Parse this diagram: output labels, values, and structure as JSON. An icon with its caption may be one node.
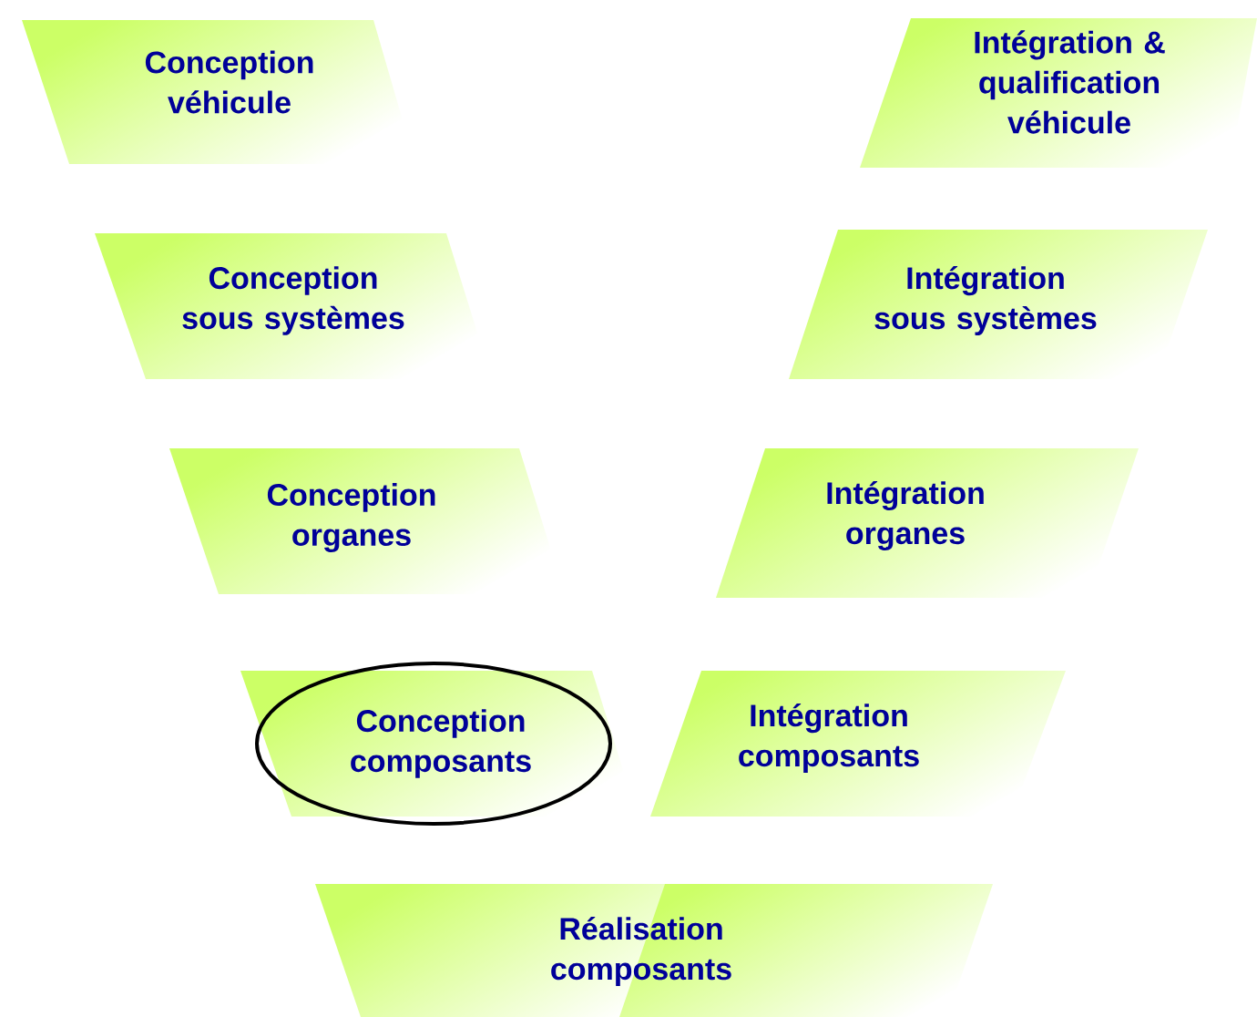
{
  "diagram": {
    "nodes": [
      {
        "text": [
          "Conception véhicule"
        ]
      },
      {
        "text": [
          "Intégration & qualification véhicule"
        ]
      },
      {
        "text": [
          "Conception sous systèmes"
        ]
      },
      {
        "text": [
          "Intégration sous systèmes"
        ]
      },
      {
        "text": [
          "Conception organes"
        ]
      },
      {
        "text": [
          "Intégration organes"
        ]
      },
      {
        "text": [
          "Conception composants"
        ]
      },
      {
        "text": [
          "Intégration composants"
        ]
      },
      {
        "text": [
          "Réalisation composants"
        ]
      }
    ]
  }
}
